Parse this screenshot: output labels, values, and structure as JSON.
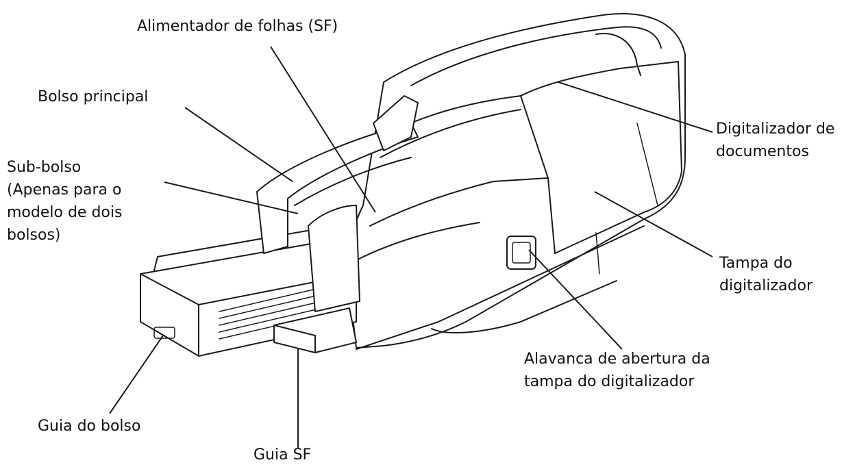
{
  "labels": {
    "sheet_feeder": "Alimentador de folhas (SF)",
    "main_pocket": "Bolso principal",
    "sub_pocket": [
      "Sub-bolso",
      "(Apenas para o",
      "modelo de dois",
      "bolsos)"
    ],
    "document_scanner": [
      "Digitalizador de",
      "documentos"
    ],
    "scanner_cover": [
      "Tampa do",
      "digitalizador"
    ],
    "cover_lever": [
      "Alavanca de abertura da",
      "tampa do digitalizador"
    ],
    "pocket_guide": "Guia do bolso",
    "sf_guide": "Guia SF"
  }
}
